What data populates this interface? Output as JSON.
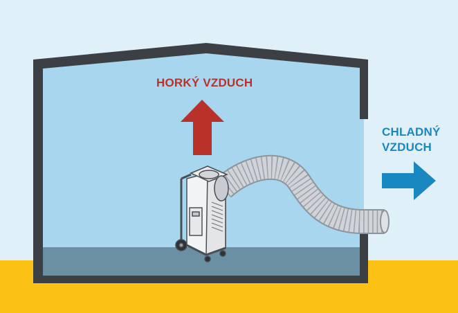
{
  "labels": {
    "hot_air": "HORKÝ VZDUCH",
    "cold_air_line1": "CHLADNÝ",
    "cold_air_line2": "VZDUCH"
  },
  "colors": {
    "sky": "#dff0f8",
    "room_interior": "#a8d6ef",
    "floor": "#6b8fa3",
    "ground": "#fbc114",
    "wall": "#3c3f44",
    "hot": "#b8322a",
    "cold": "#1a88c0",
    "duct": "#c7cbd0"
  }
}
